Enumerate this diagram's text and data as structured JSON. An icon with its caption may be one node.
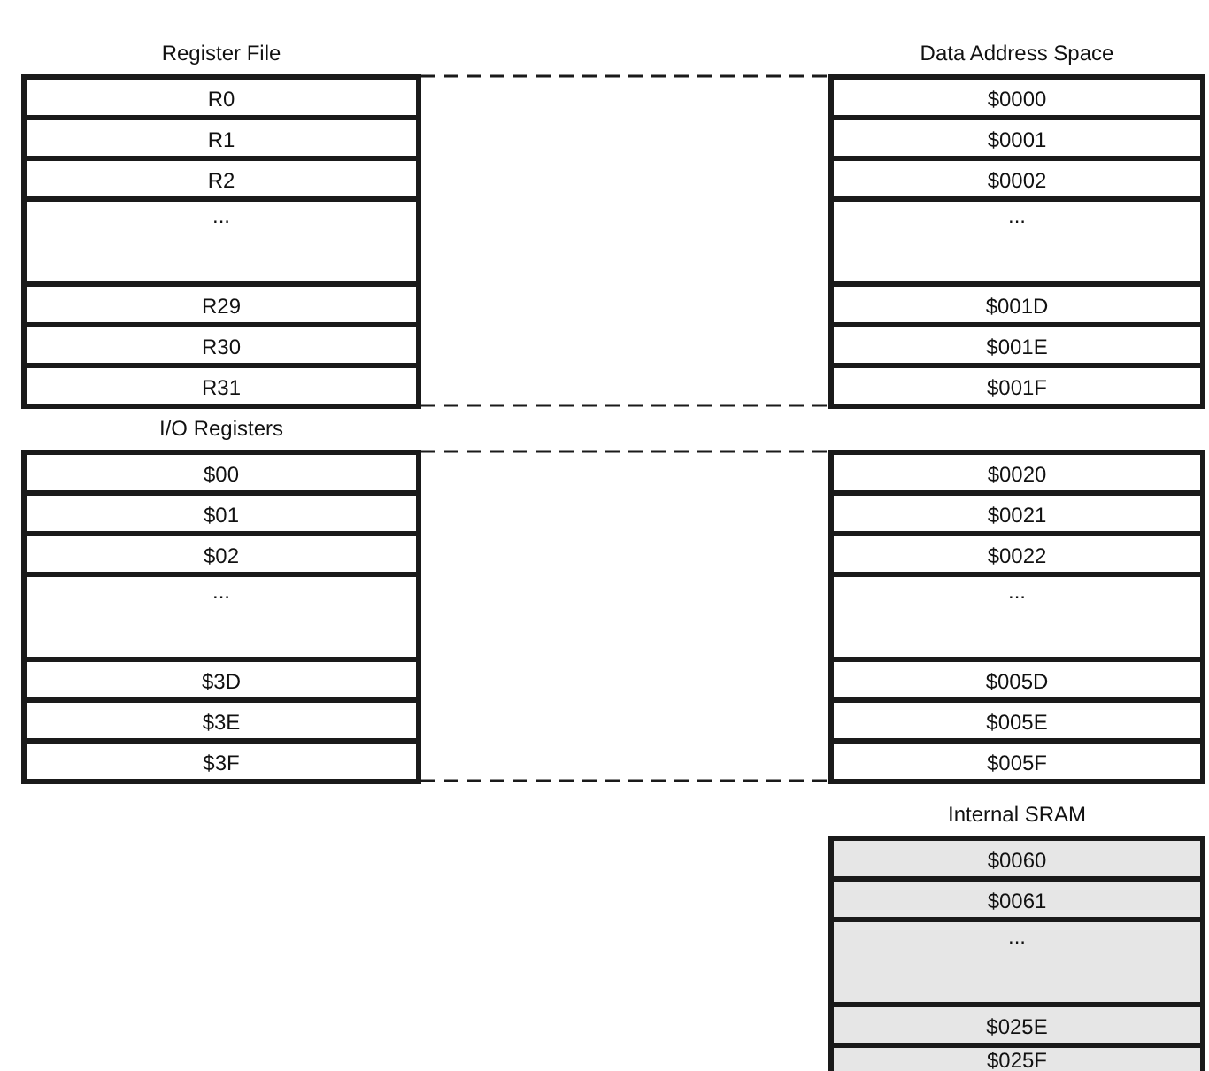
{
  "diagram": {
    "nodes": [
      {
        "text": [
          "Register File"
        ]
      },
      {
        "text": [
          "R0"
        ],
        "in": 0
      },
      {
        "text": [
          "R1"
        ],
        "in": 0
      },
      {
        "text": [
          "R2"
        ],
        "in": 0
      },
      {
        "text": [
          "..."
        ],
        "in": 0
      },
      {
        "text": [
          "R29"
        ],
        "in": 0
      },
      {
        "text": [
          "R30"
        ],
        "in": 0
      },
      {
        "text": [
          "R31"
        ],
        "in": 0
      },
      {
        "text": [
          "Data Address Space"
        ]
      },
      {
        "text": [
          "$0000"
        ],
        "in": 8
      },
      {
        "text": [
          "$0001"
        ],
        "in": 8
      },
      {
        "text": [
          "$0002"
        ],
        "in": 8
      },
      {
        "text": [
          "..."
        ],
        "in": 8
      },
      {
        "text": [
          "$001D"
        ],
        "in": 8
      },
      {
        "text": [
          "$001E"
        ],
        "in": 8
      },
      {
        "text": [
          "$001F"
        ],
        "in": 8
      },
      {
        "text": [
          "I/O Registers"
        ]
      },
      {
        "text": [
          "$00"
        ],
        "in": 16
      },
      {
        "text": [
          "$01"
        ],
        "in": 16
      },
      {
        "text": [
          "$02"
        ],
        "in": 16
      },
      {
        "text": [
          "..."
        ],
        "in": 16
      },
      {
        "text": [
          "$3D"
        ],
        "in": 16
      },
      {
        "text": [
          "$3E"
        ],
        "in": 16
      },
      {
        "text": [
          "$3F"
        ],
        "in": 16
      },
      {
        "text": [],
        "shape": "box"
      },
      {
        "text": [
          "$0020"
        ],
        "in": 24
      },
      {
        "text": [
          "$0021"
        ],
        "in": 24
      },
      {
        "text": [
          "$0022"
        ],
        "in": 24
      },
      {
        "text": [
          "..."
        ],
        "in": 24
      },
      {
        "text": [
          "$005D"
        ],
        "in": 24
      },
      {
        "text": [
          "$005E"
        ],
        "in": 24
      },
      {
        "text": [
          "$005F"
        ],
        "in": 24
      },
      {
        "text": [
          "Internal SRAM"
        ]
      },
      {
        "text": [
          "$0060"
        ],
        "in": 32
      },
      {
        "text": [
          "$0061"
        ],
        "in": 32
      },
      {
        "text": [
          "..."
        ],
        "in": 32
      },
      {
        "text": [
          "$025E"
        ],
        "in": 32
      },
      {
        "text": [
          "$025F"
        ],
        "in": 32
      }
    ],
    "edges": [
      {
        "from": 0,
        "to": 8,
        "arrow": "none",
        "style": "dashed"
      },
      {
        "from": 0,
        "to": 8,
        "arrow": "none",
        "style": "dashed"
      },
      {
        "from": 16,
        "to": 24,
        "arrow": "none",
        "style": "dashed"
      },
      {
        "from": 16,
        "to": 24,
        "arrow": "none",
        "style": "dashed"
      }
    ]
  }
}
